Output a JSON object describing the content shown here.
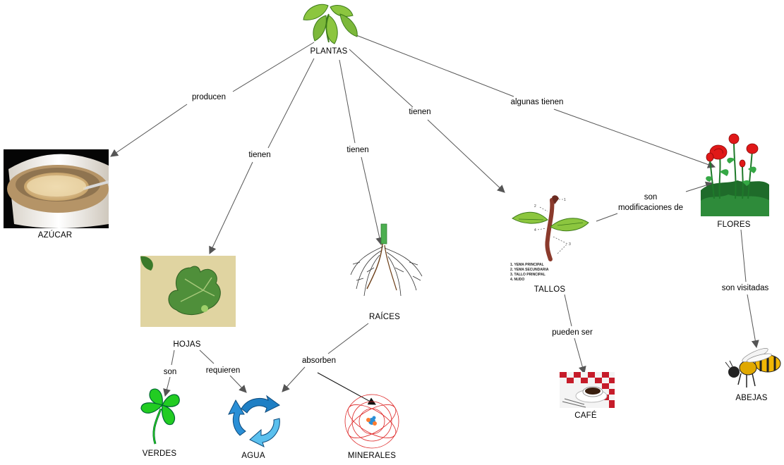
{
  "concepts": {
    "plantas": "PLANTAS",
    "azucar": "AZÚCAR",
    "hojas": "HOJAS",
    "raices": "RAÍCES",
    "tallos": "TALLOS",
    "flores": "FLORES",
    "verdes": "VERDES",
    "agua": "AGUA",
    "minerales": "MINERALES",
    "cafe": "CAFÉ",
    "abejas": "ABEJAS"
  },
  "links": {
    "producen": "producen",
    "tienen_hojas": "tienen",
    "tienen_raices": "tienen",
    "tienen_tallos": "tienen",
    "algunas_tienen": "algunas tienen",
    "son_mod_1": "son",
    "son_mod_2": "modificaciones de",
    "son_visitadas": "son visitadas",
    "pueden_ser": "pueden ser",
    "absorben": "absorben",
    "son_verdes": "son",
    "requieren": "requieren"
  },
  "stem_diagram_legend": [
    "1. YEMA PRINCIPAL",
    "2. YEMA SECUNDARIA",
    "3. TALLO PRINCIPAL",
    "4. NUDO"
  ],
  "stem_diagram_numbers": [
    "1",
    "2",
    "3",
    "4"
  ],
  "colors": {
    "leaf_green": "#8cc63f",
    "leaf_dark": "#3d7a1a",
    "clover_green": "#22cc22",
    "rose_red": "#e01818",
    "water_blue": "#2a8fd6",
    "arrow_gray": "#555555"
  },
  "icons": [
    "plant-icon",
    "sugar-photo",
    "leaf-photo",
    "roots-illustration",
    "stem-diagram",
    "roses-illustration",
    "clover-icon",
    "water-cycle-icon",
    "atom-icon",
    "coffee-photo",
    "bee-illustration"
  ]
}
